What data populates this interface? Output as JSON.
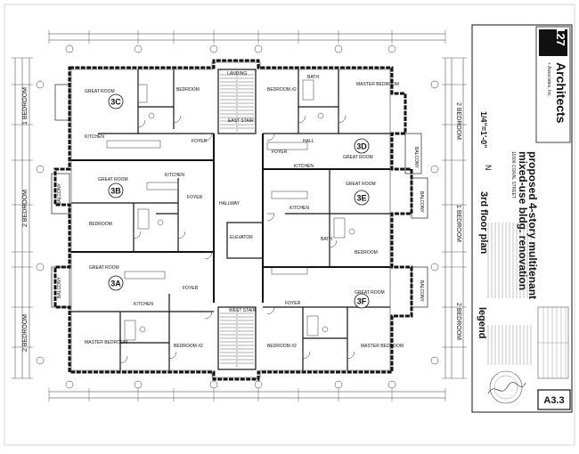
{
  "units": [
    "3C",
    "3B",
    "3A",
    "3D",
    "3E",
    "3F"
  ],
  "rooms": {
    "great_room": "GREAT ROOM",
    "bedroom": "BEDROOM",
    "bedroom_2": "BEDROOM #2",
    "master_bedroom": "MASTER BEDROOM",
    "kitchen": "KITCHEN",
    "foyer": "FOYER",
    "hall": "HALL",
    "bath": "BATH",
    "elevator": "ELEVATOR",
    "east_stair": "EAST STAIR",
    "west_stair": "WEST STAIR",
    "hallway": "HALLWAY",
    "landing": "LANDING",
    "balcony": "BALCONY"
  },
  "side_labels": {
    "left_top": "1 BEDROOM",
    "left_mid": "2 BEDROOM",
    "left_bottom": "2 BEDROOM",
    "right_top": "2 BEDROOM",
    "right_mid": "1 BEDROOM",
    "right_bottom": "2 BEDROOM"
  },
  "title_block": {
    "firm": "Architects",
    "firm_number": "127",
    "firm_suffix": "+ Associates, Inc.",
    "project_line1": "proposed 4-story multitenant",
    "project_line2": "mixed-use bldg. renovation",
    "address": "11606 CORAL STREET",
    "drawing_title": "3rd floor plan",
    "north_mark": "N",
    "scale": "1/4\"=1'-0\"",
    "legend_title": "legend",
    "sheet_number": "A3.3"
  }
}
